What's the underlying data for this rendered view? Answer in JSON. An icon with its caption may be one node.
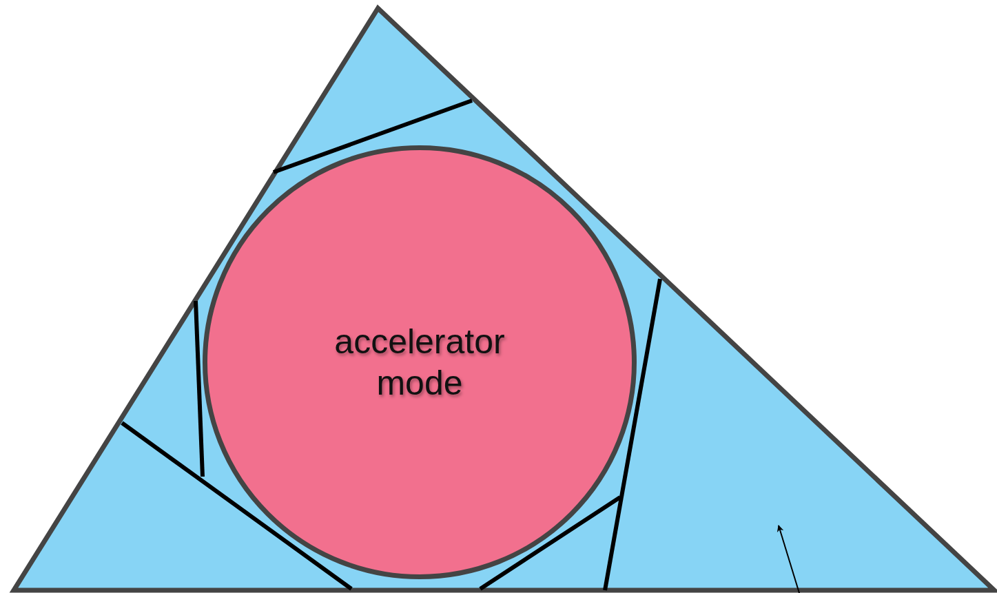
{
  "diagram": {
    "nodes": [
      {
        "text": [],
        "shape": "triangle"
      },
      {
        "text": [
          "accelerator mode"
        ],
        "in": 0
      }
    ]
  }
}
